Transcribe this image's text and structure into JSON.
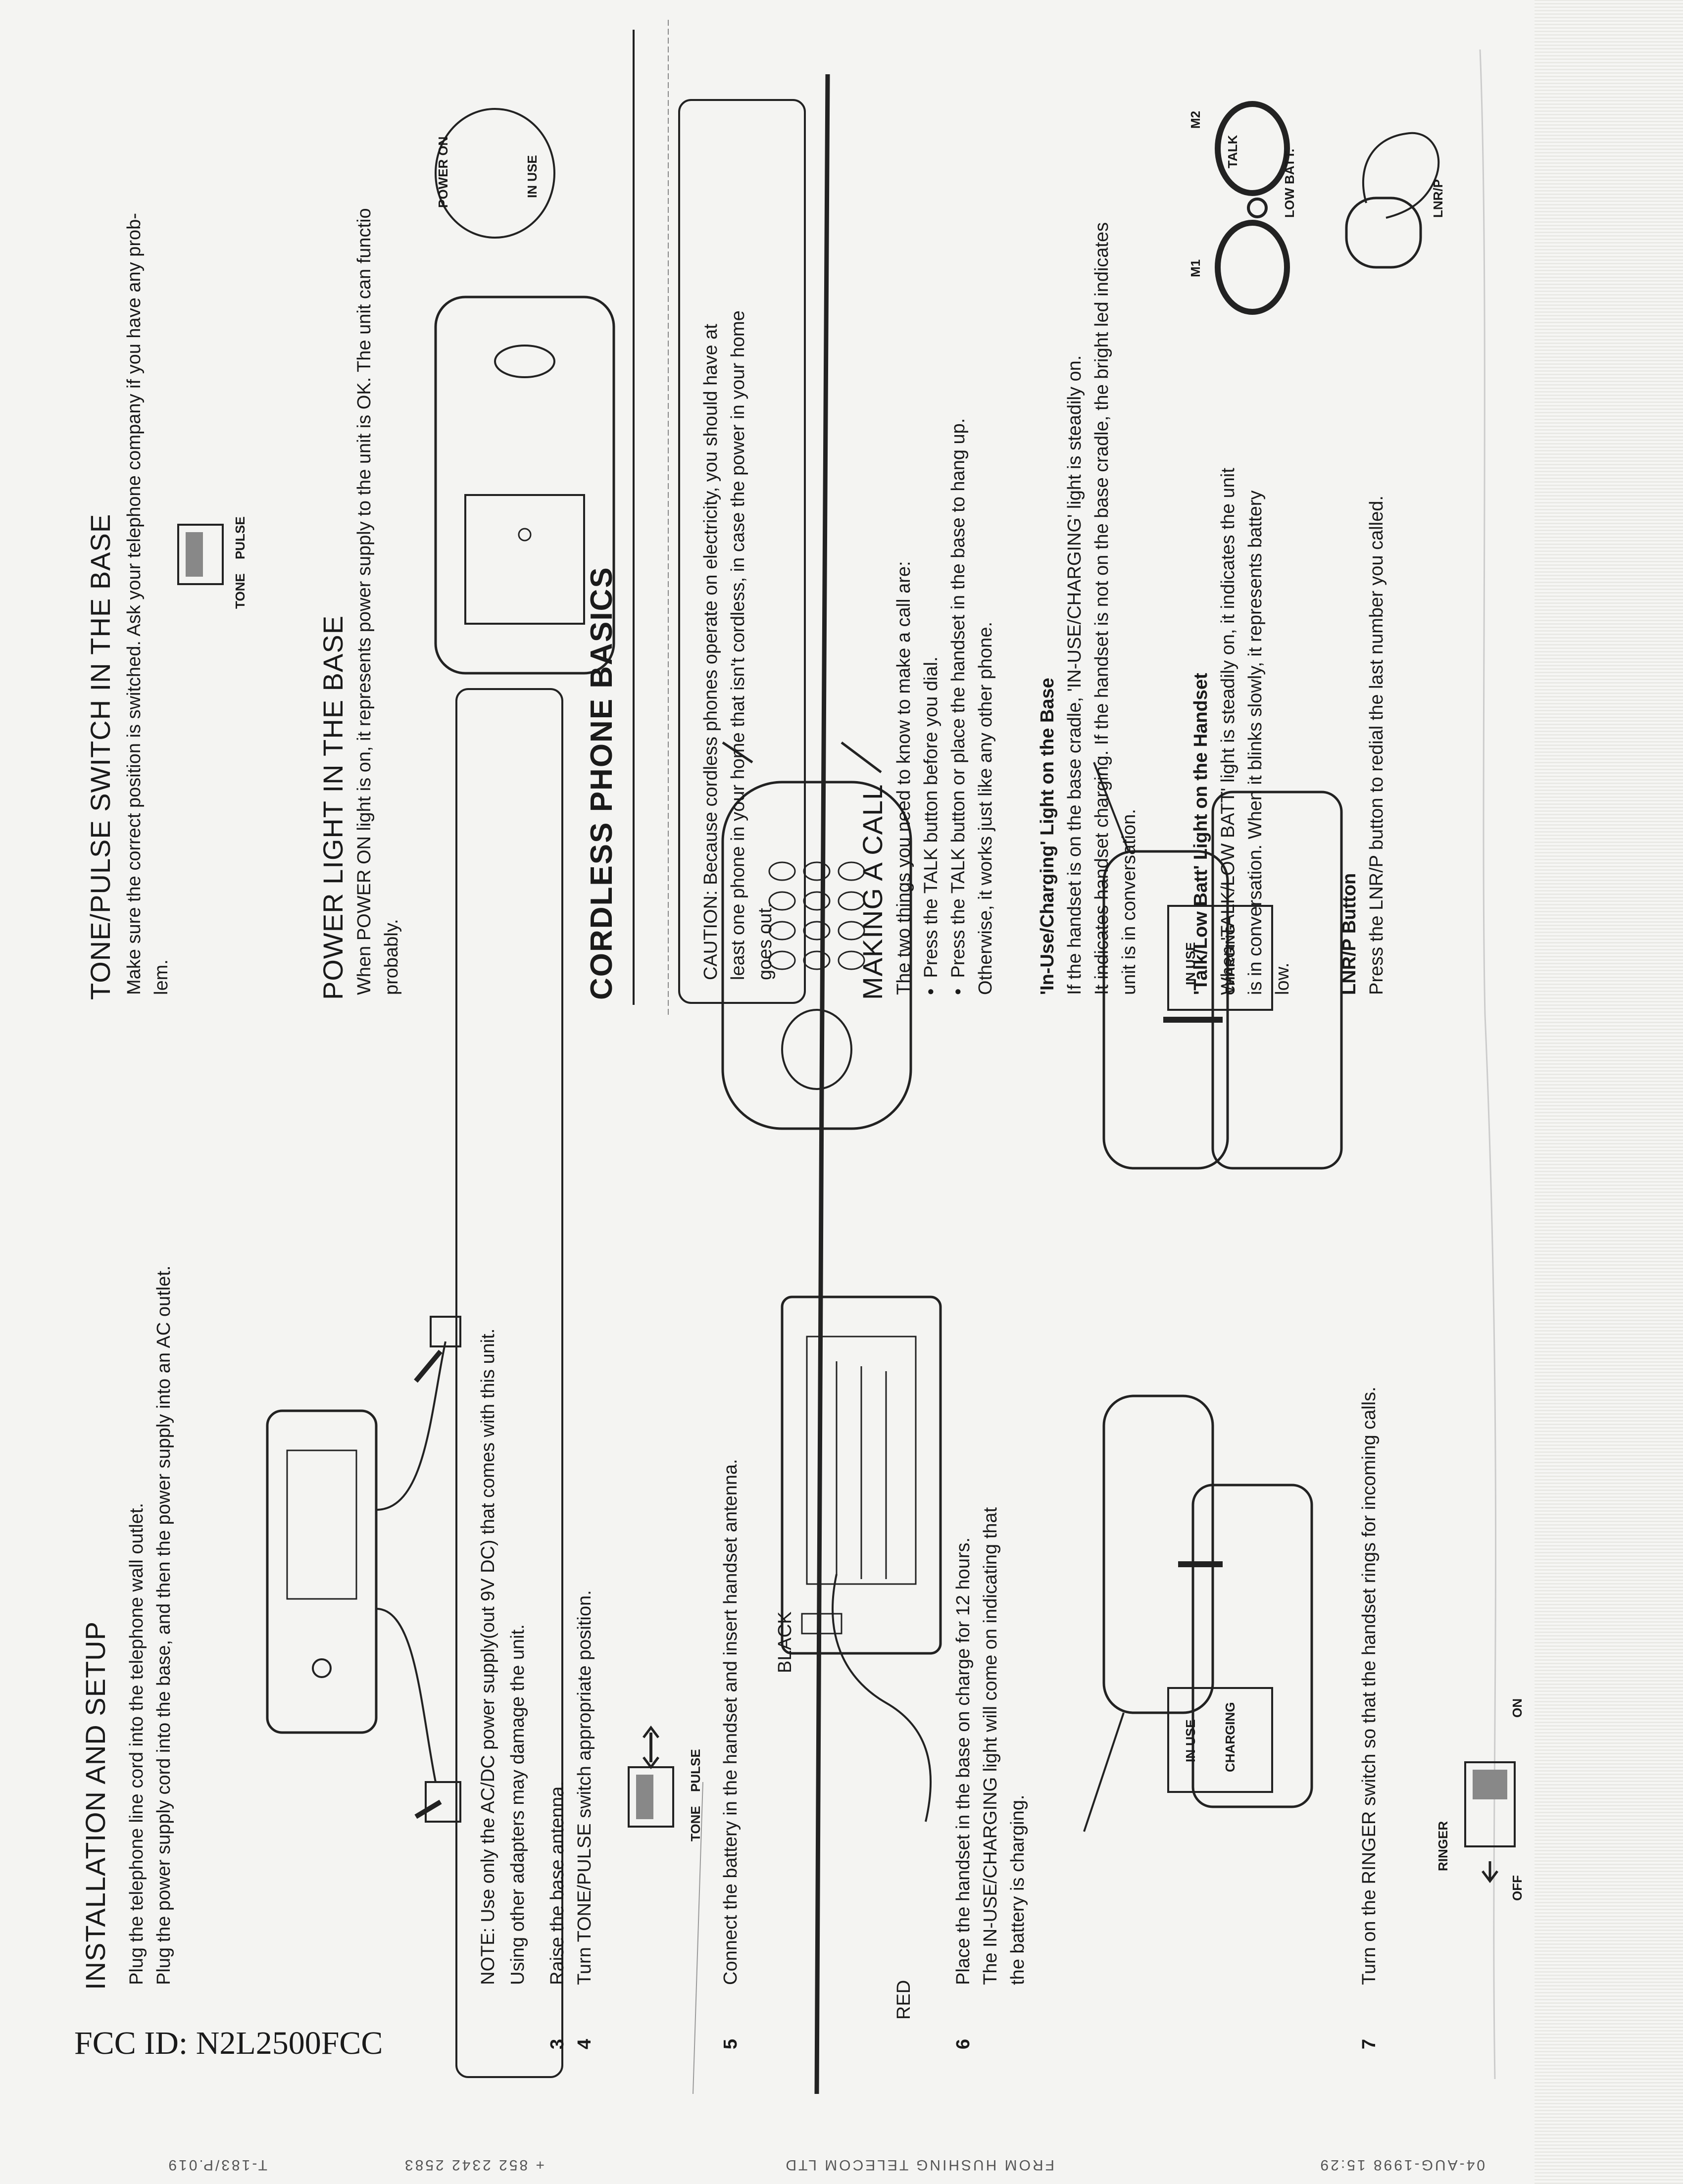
{
  "fcc_id": "FCC ID: N2L2500FCC",
  "fax_header": [
    "04-AUG-1998  15:29",
    "FROM HUSHING TELECOM LTD",
    "+ 852 2342 2583",
    "T-183/P.019"
  ],
  "installation": {
    "title": "INSTALLATION AND SETUP",
    "steps_1_2": [
      "Plug the telephone line cord into the telephone wall outlet.",
      "Plug the power supply cord into the base, and then the power supply into an AC outlet."
    ],
    "note": [
      "NOTE: Use only the AC/DC power supply(out 9V DC) that comes with this unit.",
      "Using other adapters may damage the unit."
    ],
    "step3_num": "3",
    "step3": "Raise the base antenna.",
    "step4_num": "4",
    "step4": "Turn TONE/PULSE switch appropriate position.",
    "step5_num": "5",
    "step5": "Connect the battery in the handset and insert handset antenna.",
    "step6_num": "6",
    "step6": [
      "Place the handset in the base on charge for 12 hours.",
      "The IN-USE/CHARGING light will come on indicating that",
      "the battery is charging."
    ],
    "step7_num": "7",
    "step7": "Turn on the RINGER switch so that the handset rings for incoming calls.",
    "label_black": "BLACK",
    "label_red": "RED",
    "tone": "TONE",
    "pulse": "PULSE",
    "ringer": "RINGER",
    "off": "OFF",
    "on": "ON",
    "in_use": "IN USE",
    "charging": "CHARGING"
  },
  "right": {
    "tone_title": "TONE/PULSE SWITCH IN THE BASE",
    "tone_text": [
      "Make sure the correct position is switched. Ask your telephone company if you have any prob-",
      "lem."
    ],
    "power_title": "POWER LIGHT IN THE BASE",
    "power_text": [
      "When POWER ON light is on, it represents power supply to the unit is OK. The unit can functio",
      "probably."
    ],
    "power_on": "POWER ON",
    "in_use": "IN USE",
    "basics_title": "CORDLESS PHONE BASICS",
    "caution": [
      "CAUTION: Because cordless phones operate on electricity, you should have at",
      "least one phone in your home that isn't cordless, in case the power in your home",
      "goes out."
    ],
    "making_title": "MAKING A CALL",
    "making_text": [
      "The two things you need to know to make a call are:",
      "•  Press the TALK button before you dial.",
      "•  Press the TALK button or place the handset in the base to hang up.",
      "Otherwise, it works just like any other phone."
    ],
    "inuse_title": "'In-Use/Charging' Light on the Base",
    "inuse_text": [
      "If the handset is on the base cradle, 'IN-USE/CHARGING' light is steadily on.",
      "It indicates handset charging. If the handset is not on the base cradle, the bright led indicates",
      "unit is in conversation."
    ],
    "talk_title": "'Talk/Low Batt' Light on the Handset",
    "talk_text": [
      "When 'TALK/LOW BATT' light is steadily on, it indicates the unit",
      "is in conversation. When it blinks slowly, it represents battery",
      "low."
    ],
    "lnr_title": "LNR/P Button",
    "lnr_text": "Press the LNR/P button to redial the last number you called.",
    "m1": "M1",
    "m2": "M2",
    "talk": "TALK",
    "low_batt": "LOW BATT.",
    "lnrp": "LNR/P"
  }
}
